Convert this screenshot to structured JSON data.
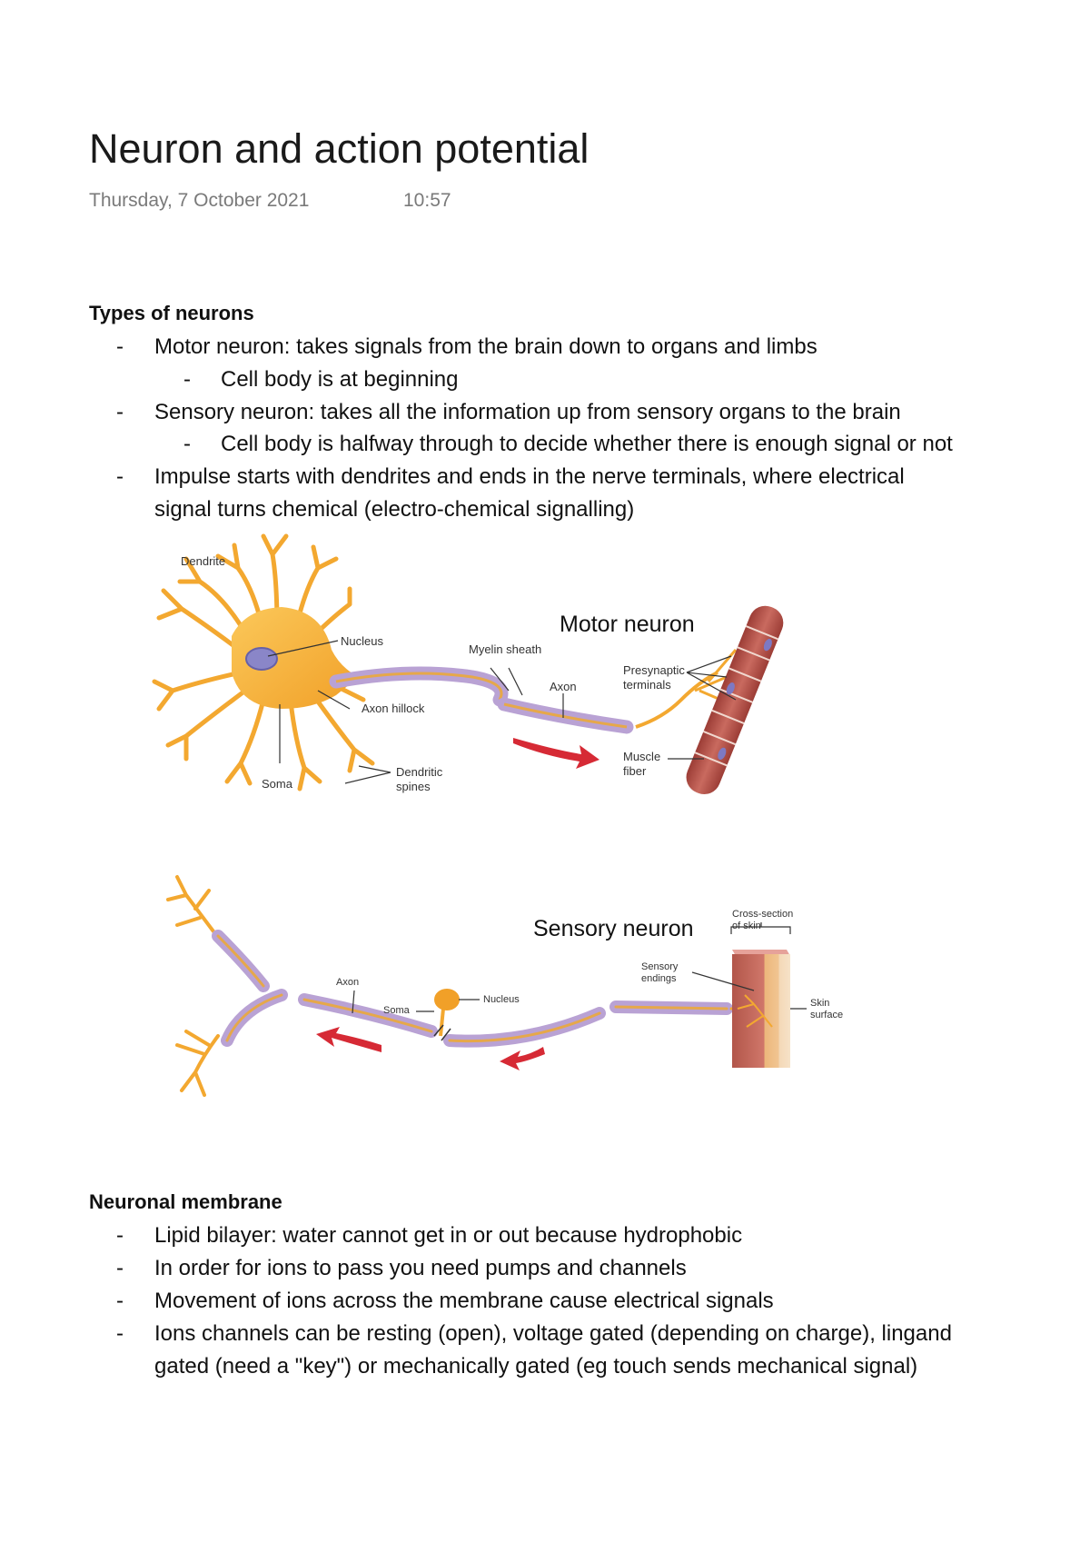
{
  "page": {
    "title": "Neuron and action potential",
    "date": "Thursday, 7 October 2021",
    "time": "10:57"
  },
  "section1": {
    "heading": "Types of neurons",
    "bullets": [
      "Motor neuron: takes signals from the brain down to organs and limbs",
      "Cell body is at beginning",
      "Sensory neuron: takes all the information up from sensory organs to the brain",
      "Cell body is halfway through to decide whether there is enough signal or not",
      "Impulse starts with dendrites and ends in the nerve terminals, where electrical",
      "signal turns chemical (electro-chemical signalling)"
    ],
    "dash": "-"
  },
  "motor_diagram": {
    "heading": "Motor neuron",
    "labels": {
      "dendrite": "Dendrite",
      "nucleus": "Nucleus",
      "myelin": "Myelin sheath",
      "axon": "Axon",
      "presynaptic1": "Presynaptic",
      "presynaptic2": "terminals",
      "hillock": "Axon hillock",
      "dendritic1": "Dendritic",
      "dendritic2": "spines",
      "soma": "Soma",
      "muscle1": "Muscle",
      "muscle2": "fiber"
    }
  },
  "sensory_diagram": {
    "heading": "Sensory neuron",
    "labels": {
      "cross1": "Cross-section",
      "cross2": "of skin",
      "sensory1": "Sensory",
      "sensory2": "endings",
      "axon": "Axon",
      "nucleus": "Nucleus",
      "soma": "Soma",
      "skin1": "Skin",
      "skin2": "surface"
    }
  },
  "section2": {
    "heading": "Neuronal membrane",
    "bullets": [
      "Lipid bilayer: water cannot get in or out because hydrophobic",
      "In order for ions to pass you need pumps and channels",
      "Movement of ions across the membrane cause electrical signals",
      "Ions channels can be resting (open), voltage gated (depending on charge), lingand",
      "gated (need a \"key\") or mechanically gated (eg touch sends mechanical signal)"
    ]
  },
  "colors": {
    "neuron": "#f4a82c",
    "axon": "#b9a2d4",
    "muscle": "#b5524a",
    "arrow": "#d62a35"
  }
}
